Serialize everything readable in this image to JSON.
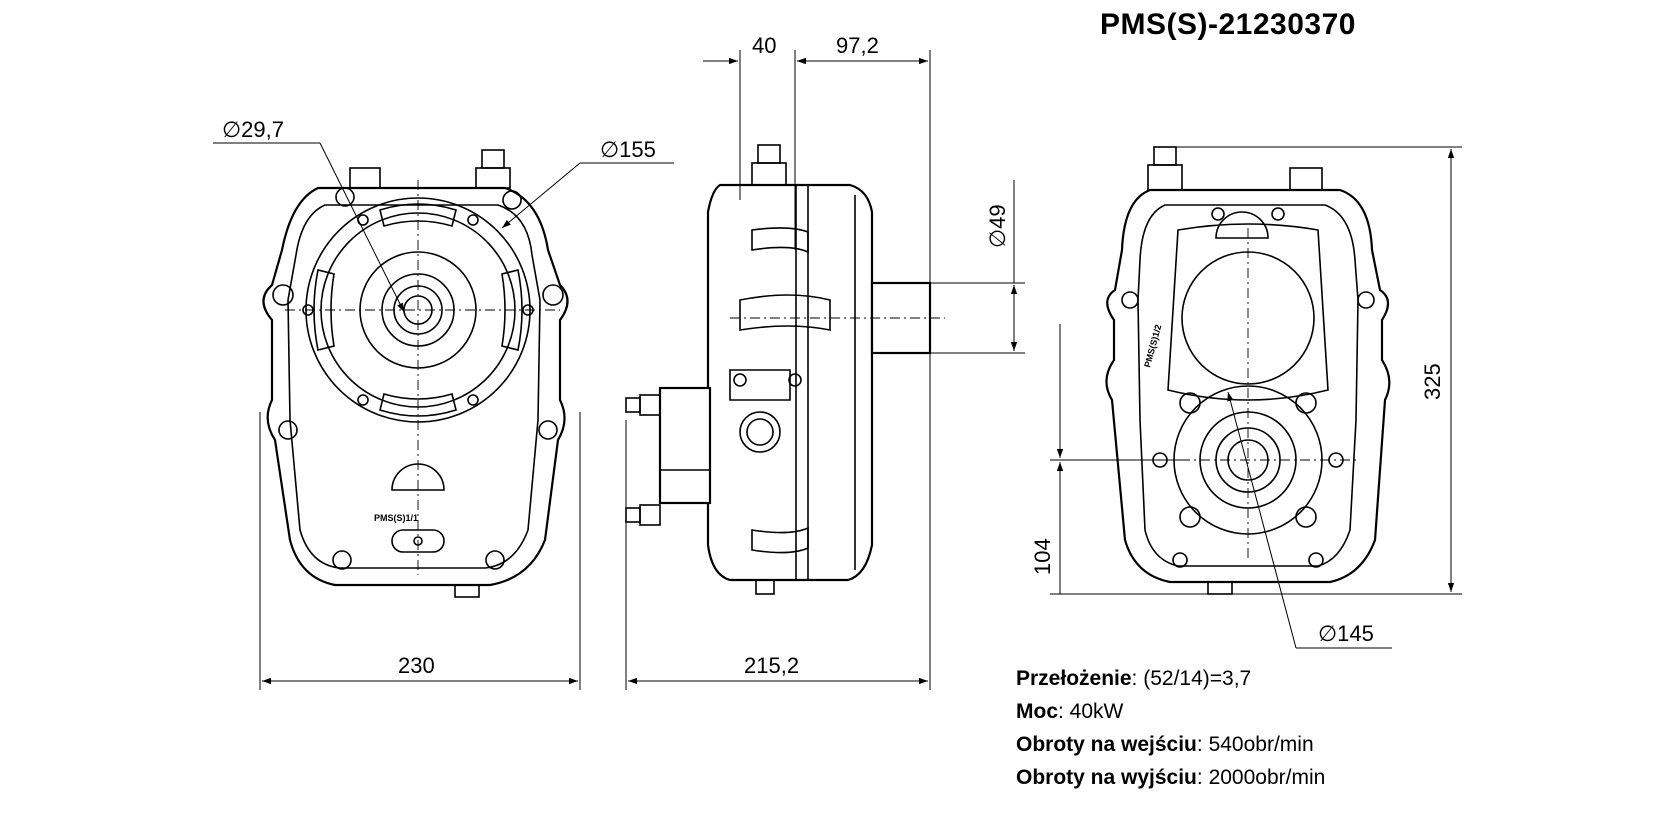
{
  "title": "PMS(S)-21230370",
  "dimensions": {
    "front_bore": "∅29,7",
    "front_flange": "∅155",
    "front_width": "230",
    "side_top_left": "40",
    "side_top_right": "97,2",
    "side_shaft_dia": "∅49",
    "side_length": "215,2",
    "rear_height": "325",
    "rear_axis_height": "104",
    "rear_flange": "∅145"
  },
  "housing_labels": {
    "front": "PMS(S)1/1",
    "rear": "PMS(S)1/2"
  },
  "specs": [
    {
      "key": "Przełożenie",
      "sep": ": ",
      "value": "(52/14)=3,7"
    },
    {
      "key": "Moc",
      "sep": ": ",
      "value": "40kW"
    },
    {
      "key": "Obroty na wejściu",
      "sep": ": ",
      "value": "540obr/min"
    },
    {
      "key": "Obroty na wyjściu",
      "sep": ": ",
      "value": "2000obr/min"
    }
  ]
}
